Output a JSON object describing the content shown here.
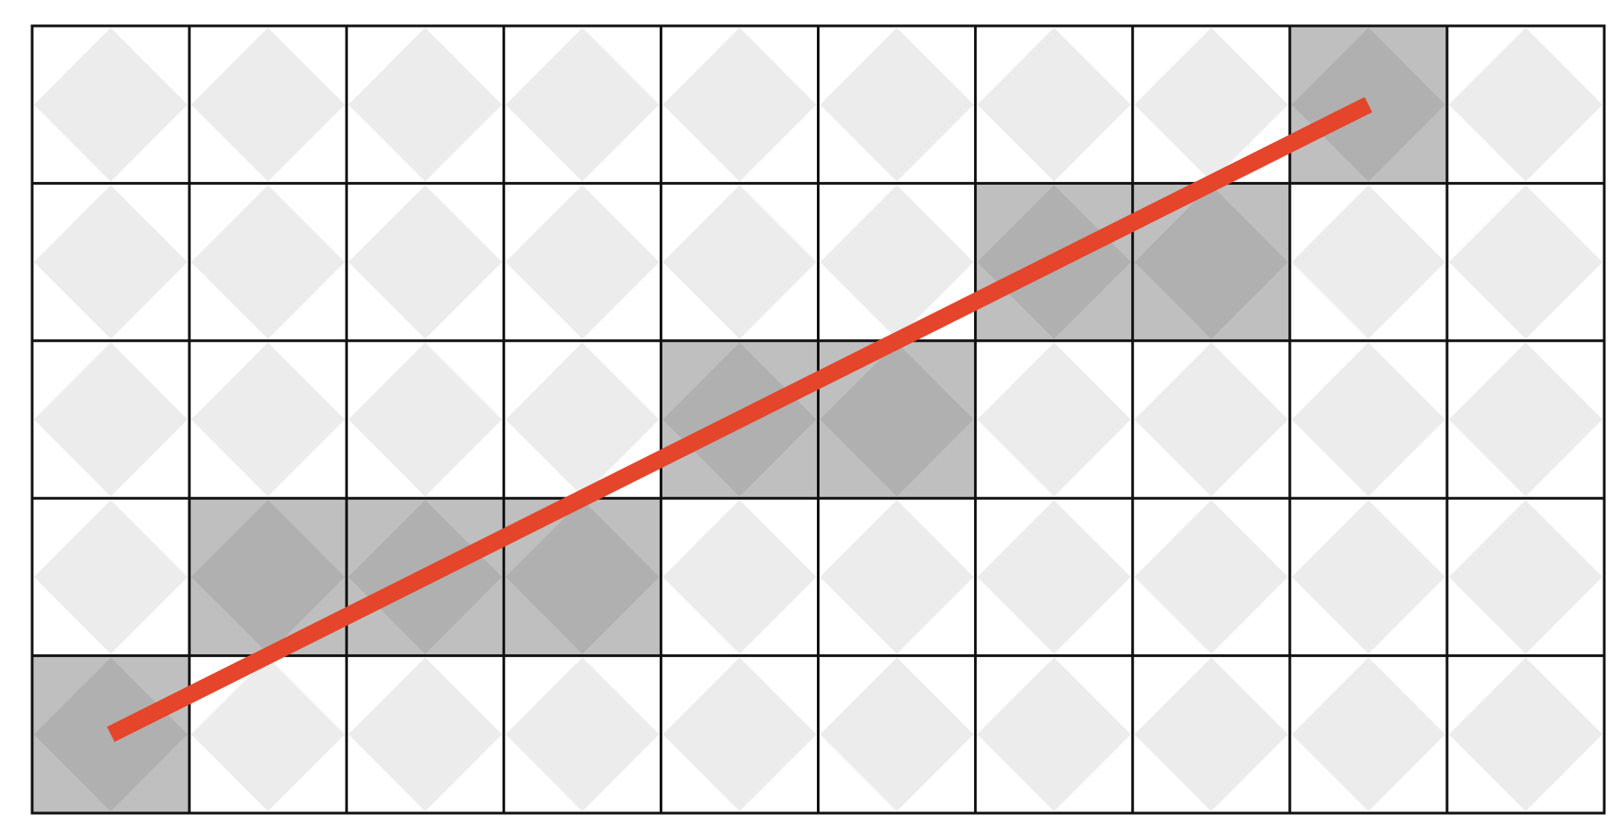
{
  "grid": {
    "columns": 10,
    "rows": 5,
    "highlighted_cells": [
      {
        "col": 0,
        "row": 4
      },
      {
        "col": 1,
        "row": 3
      },
      {
        "col": 2,
        "row": 3
      },
      {
        "col": 3,
        "row": 3
      },
      {
        "col": 4,
        "row": 2
      },
      {
        "col": 5,
        "row": 2
      },
      {
        "col": 6,
        "row": 1
      },
      {
        "col": 7,
        "row": 1
      },
      {
        "col": 8,
        "row": 0
      }
    ]
  },
  "line": {
    "start": {
      "col": 0,
      "row": 4
    },
    "end": {
      "col": 8,
      "row": 0
    }
  },
  "colors": {
    "background": "#ffffff",
    "grid_line": "#111111",
    "diamond": "#ececec",
    "highlight_cell": "#bfbfbf",
    "highlight_diamond": "#b0b0b0",
    "line": "#e4452b"
  }
}
